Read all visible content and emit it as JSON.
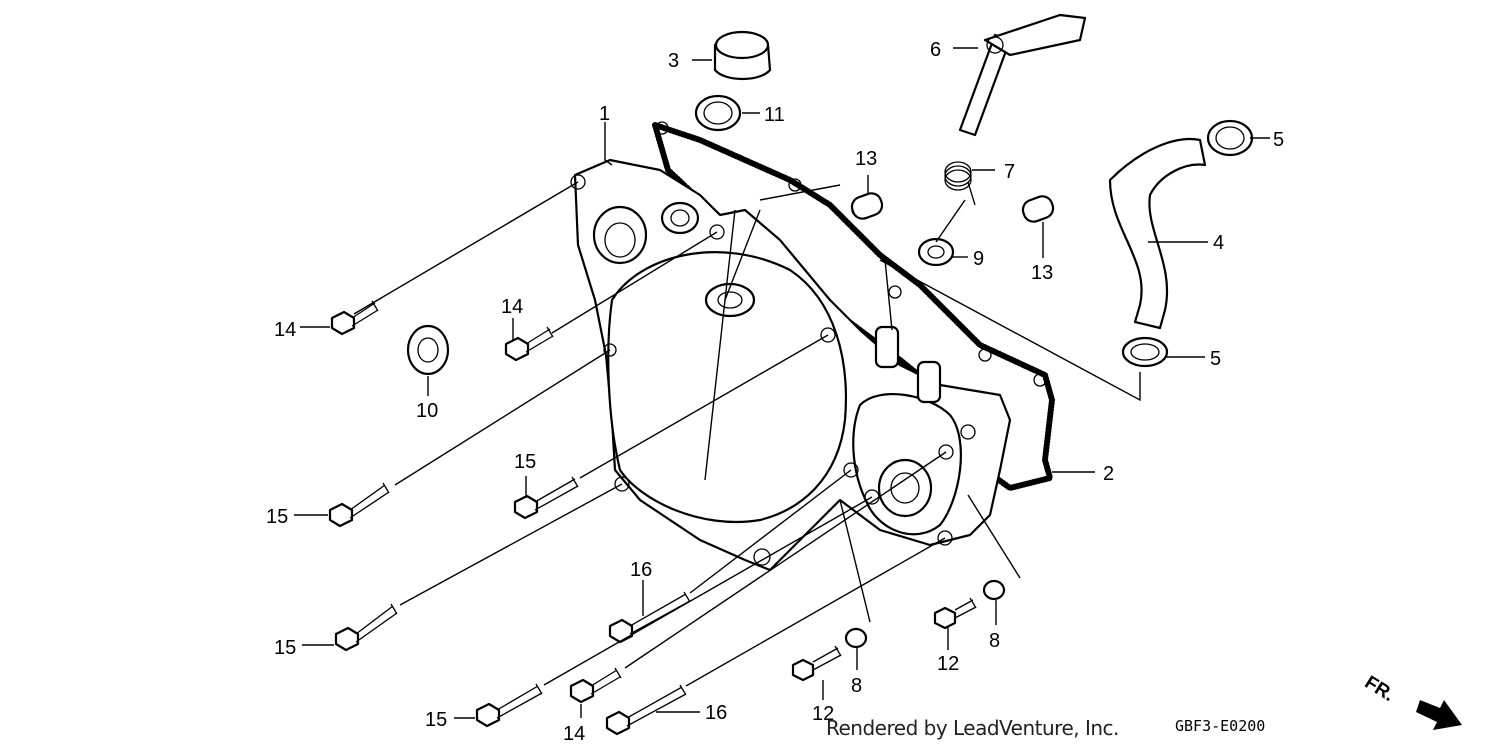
{
  "credit": "Rendered by LeadVenture, Inc.",
  "diagram_code": "GBF3-E0200",
  "direction_label": "FR.",
  "callouts": [
    {
      "id": "1",
      "text": "1"
    },
    {
      "id": "2",
      "text": "2"
    },
    {
      "id": "3",
      "text": "3"
    },
    {
      "id": "4",
      "text": "4"
    },
    {
      "id": "5a",
      "text": "5"
    },
    {
      "id": "5b",
      "text": "5"
    },
    {
      "id": "6",
      "text": "6"
    },
    {
      "id": "7",
      "text": "7"
    },
    {
      "id": "8a",
      "text": "8"
    },
    {
      "id": "8b",
      "text": "8"
    },
    {
      "id": "9",
      "text": "9"
    },
    {
      "id": "10",
      "text": "10"
    },
    {
      "id": "11",
      "text": "11"
    },
    {
      "id": "12a",
      "text": "12"
    },
    {
      "id": "12b",
      "text": "12"
    },
    {
      "id": "13a",
      "text": "13"
    },
    {
      "id": "13b",
      "text": "13"
    },
    {
      "id": "14a",
      "text": "14"
    },
    {
      "id": "14b",
      "text": "14"
    },
    {
      "id": "14c",
      "text": "14"
    },
    {
      "id": "15a",
      "text": "15"
    },
    {
      "id": "15b",
      "text": "15"
    },
    {
      "id": "15c",
      "text": "15"
    },
    {
      "id": "15d",
      "text": "15"
    },
    {
      "id": "16a",
      "text": "16"
    },
    {
      "id": "16b",
      "text": "16"
    }
  ]
}
